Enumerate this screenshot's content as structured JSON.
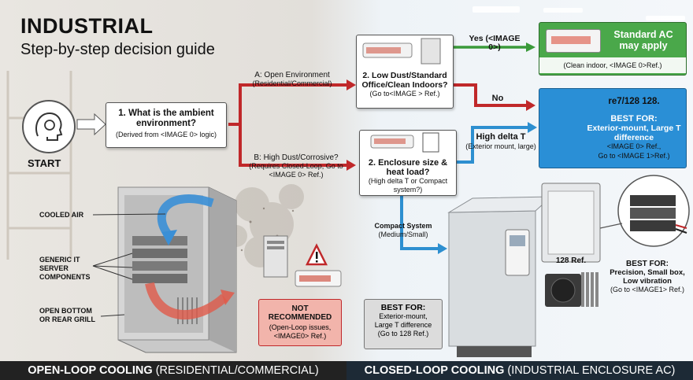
{
  "header": {
    "title": "INDUSTRIAL",
    "subtitle": "Step-by-step decision guide"
  },
  "start": {
    "label": "START",
    "icon": "head-gear-icon"
  },
  "q1": {
    "title": "1. What is the ambient environment?",
    "note": "(Derived from <IMAGE 0> logic)"
  },
  "branch_a": {
    "title": "A: Open Environment",
    "note": "(Residential/Commercial)"
  },
  "branch_b": {
    "title": "B: High Dust/Corrosive?",
    "note": "(Requires Closed-Loop, Go to <IMAGE 0> Ref.)"
  },
  "q2": {
    "title": "2. Low Dust/Standard Office/Clean Indoors?",
    "note": "(Go to<IMAGE > Ref.)"
  },
  "yes_label": "Yes (<IMAGE 0>)",
  "no_label": "No",
  "standard_ac": {
    "title": "Standard AC may apply",
    "note": "(Clean indoor, <IMAGE 0>Ref.)"
  },
  "q3": {
    "title": "2. Enclosure size & heat load?",
    "note": "(High delta T or Compact system?)"
  },
  "high_delta": {
    "title": "High delta T",
    "note": "(Exterior mount, large)"
  },
  "compact": {
    "title": "Compact System",
    "note": "(Medium/Small)"
  },
  "blue_box": {
    "ref": "re7/128 128.",
    "best": "BEST FOR:",
    "text": "Exterior-mount, Large T difference",
    "note1": "<IMAGE 0> Ref.,",
    "note2": "Go to <IMAGE 1>Ref.)"
  },
  "cabinet_labels": {
    "cooled_air": "COOLED AIR",
    "server": "GENERIC IT SERVER COMPONENTS",
    "grill": "OPEN BOTTOM OR REAR GRILL"
  },
  "not_recommended": {
    "title": "NOT RECOMMENDED",
    "note": "(Open-Loop issues, <IMAGE0> Ref.)"
  },
  "best_left": {
    "title": "BEST FOR:",
    "text": "Exterior-mount, Large T difference",
    "note": "(Go to 128 Ref.)"
  },
  "ref128": "128 Ref.",
  "best_right": {
    "title": "BEST FOR:",
    "text": "Precision, Small box, Low vibration",
    "note": "(Go to <IMAGE1> Ref.)"
  },
  "footer": {
    "left_bold": "OPEN-LOOP COOLING",
    "left_rest": " (RESIDENTIAL/COMMERCIAL)",
    "right_bold": "CLOSED-LOOP COOLING",
    "right_rest": " (INDUSTRIAL ENCLOSURE AC)"
  },
  "colors": {
    "red": "#c0282a",
    "green": "#3a9a3a",
    "blue": "#2d8fd0",
    "standard_green": "#4aa84a",
    "blue_box": "#2a8fd6"
  }
}
